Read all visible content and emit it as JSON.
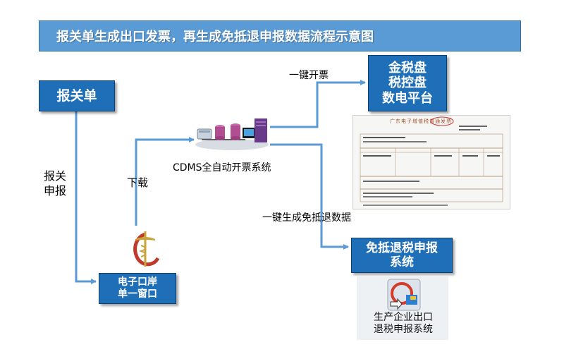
{
  "title": "报关单生成出口发票，再生成免抵退申报数据流程示意图",
  "nodes": {
    "customs_declaration": "报关单",
    "e_port": "电子口岸\n单一窗口",
    "tax_disk": "金税盘\n税控盘\n数电平台",
    "refund_system": "免抵退税申报\n系统"
  },
  "labels": {
    "customs_report": "报关\n申报",
    "download": "下载",
    "cdms": "CDMS全自动开票系统",
    "one_click_invoice": "一键开票",
    "one_click_refund_data": "一键生成免抵退数据"
  },
  "invoice_image": {
    "header": "广东电子增值税普通发票"
  },
  "software_icon": {
    "caption": "生产企业出口\n退税申报系统"
  },
  "colors": {
    "title_bg": "#5b9bd5",
    "node_bg": "#1f6fb8",
    "arrow": "#5b9bd5"
  }
}
